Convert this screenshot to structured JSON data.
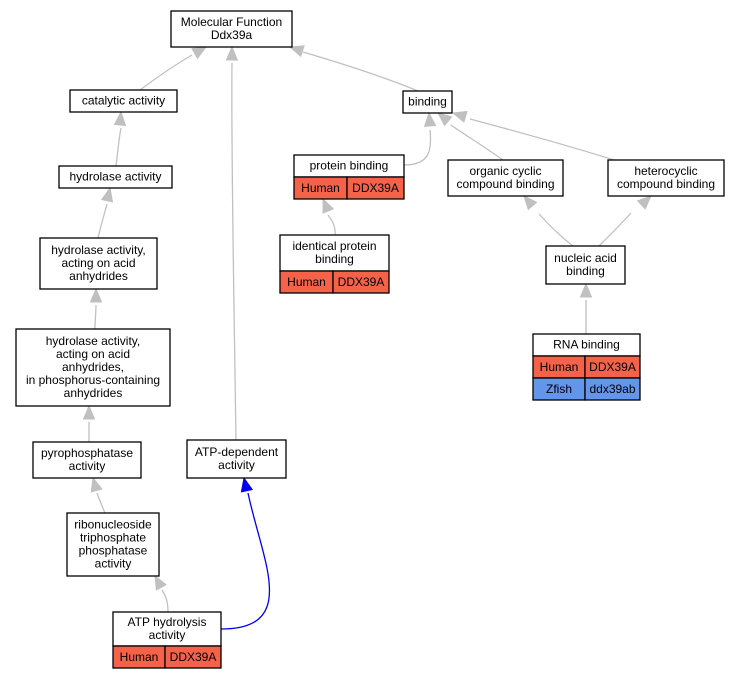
{
  "diagram": {
    "nodes": [
      {
        "id": "mf",
        "lines": [
          "Molecular Function",
          "Ddx39a"
        ],
        "rows": []
      },
      {
        "id": "catalytic",
        "lines": [
          "catalytic activity"
        ],
        "rows": []
      },
      {
        "id": "hydrolase",
        "lines": [
          "hydrolase activity"
        ],
        "rows": []
      },
      {
        "id": "hydro_anh",
        "lines": [
          "hydrolase activity,",
          "acting on acid",
          "anhydrides"
        ],
        "rows": []
      },
      {
        "id": "hydro_phos",
        "lines": [
          "hydrolase activity,",
          "acting on acid",
          "anhydrides,",
          "in phosphorus-containing",
          "anhydrides"
        ],
        "rows": []
      },
      {
        "id": "pyro",
        "lines": [
          "pyrophosphatase",
          "activity"
        ],
        "rows": []
      },
      {
        "id": "ribo",
        "lines": [
          "ribonucleoside",
          "triphosphate",
          "phosphatase",
          "activity"
        ],
        "rows": []
      },
      {
        "id": "atphyd",
        "lines": [
          "ATP hydrolysis",
          "activity"
        ],
        "rows": [
          {
            "species": "Human",
            "gene": "DDX39A",
            "color": "#f4624a"
          }
        ]
      },
      {
        "id": "atpdep",
        "lines": [
          "ATP-dependent",
          "activity"
        ],
        "rows": []
      },
      {
        "id": "binding",
        "lines": [
          "binding"
        ],
        "rows": []
      },
      {
        "id": "protbind",
        "lines": [
          "protein binding"
        ],
        "rows": [
          {
            "species": "Human",
            "gene": "DDX39A",
            "color": "#f4624a"
          }
        ]
      },
      {
        "id": "identbind",
        "lines": [
          "identical protein",
          "binding"
        ],
        "rows": [
          {
            "species": "Human",
            "gene": "DDX39A",
            "color": "#f4624a"
          }
        ]
      },
      {
        "id": "orgcyc",
        "lines": [
          "organic cyclic",
          "compound binding"
        ],
        "rows": []
      },
      {
        "id": "hetcyc",
        "lines": [
          "heterocyclic",
          "compound binding"
        ],
        "rows": []
      },
      {
        "id": "nucacid",
        "lines": [
          "nucleic acid",
          "binding"
        ],
        "rows": []
      },
      {
        "id": "rnabind",
        "lines": [
          "RNA binding"
        ],
        "rows": [
          {
            "species": "Human",
            "gene": "DDX39A",
            "color": "#f4624a"
          },
          {
            "species": "Zfish",
            "gene": "ddx39ab",
            "color": "#6495ed"
          }
        ]
      }
    ],
    "edges": [
      {
        "from": "catalytic",
        "to": "mf",
        "color": "#c0c0c0"
      },
      {
        "from": "hydrolase",
        "to": "catalytic",
        "color": "#c0c0c0"
      },
      {
        "from": "hydro_anh",
        "to": "hydrolase",
        "color": "#c0c0c0"
      },
      {
        "from": "hydro_phos",
        "to": "hydro_anh",
        "color": "#c0c0c0"
      },
      {
        "from": "pyro",
        "to": "hydro_phos",
        "color": "#c0c0c0"
      },
      {
        "from": "ribo",
        "to": "pyro",
        "color": "#c0c0c0"
      },
      {
        "from": "atphyd",
        "to": "ribo",
        "color": "#c0c0c0"
      },
      {
        "from": "atphyd",
        "to": "atpdep",
        "color": "#0000ee"
      },
      {
        "from": "atpdep",
        "to": "mf",
        "color": "#c0c0c0"
      },
      {
        "from": "binding",
        "to": "mf",
        "color": "#c0c0c0"
      },
      {
        "from": "protbind",
        "to": "binding",
        "color": "#c0c0c0"
      },
      {
        "from": "identbind",
        "to": "protbind",
        "color": "#c0c0c0"
      },
      {
        "from": "orgcyc",
        "to": "binding",
        "color": "#c0c0c0"
      },
      {
        "from": "hetcyc",
        "to": "binding",
        "color": "#c0c0c0"
      },
      {
        "from": "nucacid",
        "to": "orgcyc",
        "color": "#c0c0c0"
      },
      {
        "from": "nucacid",
        "to": "hetcyc",
        "color": "#c0c0c0"
      },
      {
        "from": "rnabind",
        "to": "nucacid",
        "color": "#c0c0c0"
      }
    ]
  }
}
